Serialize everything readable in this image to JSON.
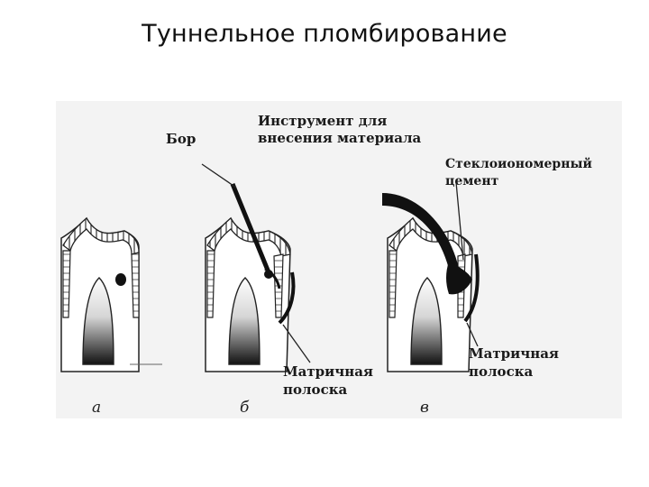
{
  "slide": {
    "title": "Туннельное пломбирование"
  },
  "figure": {
    "labels": {
      "bur": "Бор",
      "instrument_line1": "Инструмент для",
      "instrument_line2": "внесения материала",
      "cement_line1": "Стеклоиономерный",
      "cement_line2": "цемент",
      "matrix_b_line1": "Матричная",
      "matrix_b_line2": "полоска",
      "matrix_c_line1": "Матричная",
      "matrix_c_line2": "полоска"
    },
    "panels": {
      "a": "а",
      "b": "б",
      "c": "в"
    }
  }
}
